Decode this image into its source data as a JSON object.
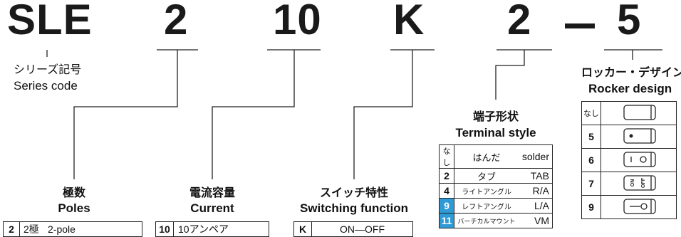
{
  "codes": {
    "series": "SLE",
    "poles": "2",
    "current": "10",
    "switching": "K",
    "terminal": "2",
    "dash": "−",
    "rocker": "5"
  },
  "series_label": {
    "jp": "シリーズ記号",
    "en": "Series code"
  },
  "poles": {
    "title_jp": "極数",
    "title_en": "Poles",
    "rows": [
      {
        "key": "2",
        "jp": "2極",
        "en": "2-pole"
      }
    ]
  },
  "current": {
    "title_jp": "電流容量",
    "title_en": "Current",
    "rows": [
      {
        "key": "10",
        "value": "10アンペア"
      }
    ]
  },
  "switching": {
    "title_jp": "スイッチ特性",
    "title_en": "Switching function",
    "rows": [
      {
        "key": "K",
        "value": "ON—OFF"
      }
    ]
  },
  "terminal": {
    "title_jp": "端子形状",
    "title_en": "Terminal style",
    "rows": [
      {
        "key": "なし",
        "jp": "はんだ",
        "en": "solder",
        "highlight": false
      },
      {
        "key": "2",
        "jp": "タブ",
        "en": "TAB",
        "highlight": false
      },
      {
        "key": "4",
        "jp": "ライトアングル",
        "en": "R/A",
        "highlight": false
      },
      {
        "key": "9",
        "jp": "レフトアングル",
        "en": "L/A",
        "highlight": true
      },
      {
        "key": "11",
        "jp": "バーチカルマウント",
        "en": "VM",
        "highlight": true
      }
    ]
  },
  "rocker": {
    "title_jp": "ロッカー・デザイン",
    "title_en": "Rocker design",
    "rows": [
      {
        "key": "なし",
        "icon": "blank-rocker-icon"
      },
      {
        "key": "5",
        "icon": "dot-rocker-icon"
      },
      {
        "key": "6",
        "icon": "i-o-rocker-icon"
      },
      {
        "key": "7",
        "icon": "on-off-rocker-icon",
        "icon_text_on": "ON",
        "icon_text_off": "OFF"
      },
      {
        "key": "9",
        "icon": "dash-circle-rocker-icon"
      }
    ]
  },
  "colors": {
    "highlight": "#2f9bd6",
    "line": "#222222"
  }
}
